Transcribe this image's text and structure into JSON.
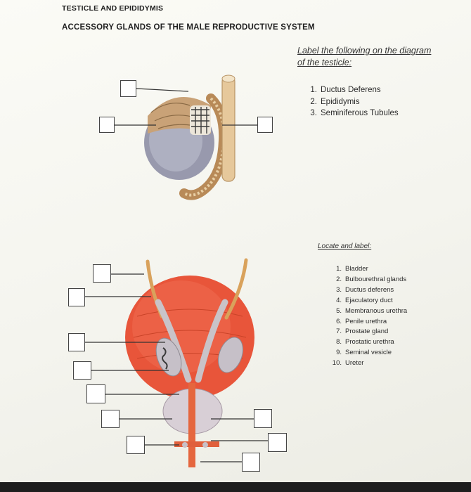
{
  "header": {
    "section_title": "TESTICLE AND EPIDIDYMIS",
    "page_title": "ACCESSORY GLANDS OF THE MALE REPRODUCTIVE SYSTEM"
  },
  "testicle_panel": {
    "instruction": "Label the following on the diagram of the testicle:",
    "items": [
      {
        "num": "1.",
        "label": "Ductus Deferens"
      },
      {
        "num": "2.",
        "label": "Epididymis"
      },
      {
        "num": "3.",
        "label": "Seminiferous Tubules"
      }
    ]
  },
  "glands_panel": {
    "instruction": "Locate and label:",
    "items": [
      {
        "num": "1.",
        "label": "Bladder"
      },
      {
        "num": "2.",
        "label": "Bulbourethral glands"
      },
      {
        "num": "3.",
        "label": "Ductus deferens"
      },
      {
        "num": "4.",
        "label": "Ejaculatory duct"
      },
      {
        "num": "5.",
        "label": "Membranous urethra"
      },
      {
        "num": "6.",
        "label": "Penile urethra"
      },
      {
        "num": "7.",
        "label": "Prostate gland"
      },
      {
        "num": "8.",
        "label": "Prostatic urethra"
      },
      {
        "num": "9.",
        "label": "Seminal vesicle"
      },
      {
        "num": "10.",
        "label": "Ureter"
      }
    ]
  },
  "colors": {
    "bladder": "#e8553a",
    "tubules": "#c9a277",
    "testis": "#9a9bb0"
  },
  "icons": [
    "label-box"
  ]
}
